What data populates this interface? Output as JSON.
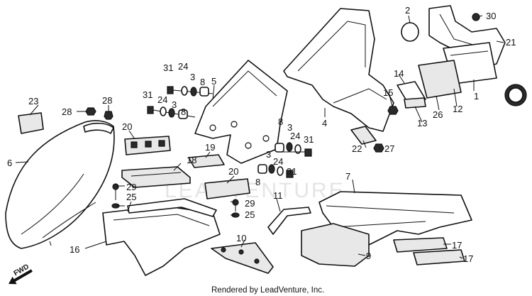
{
  "watermark": "LEADVENTURE",
  "footer": "Rendered by LeadVenture, Inc.",
  "fwd_label": "FWD",
  "callouts": {
    "c1": "1",
    "c2": "2",
    "c3": "3",
    "c4": "4",
    "c5": "5",
    "c6": "6",
    "c7": "7",
    "c8": "8",
    "c9": "9",
    "c10": "10",
    "c11": "11",
    "c12": "12",
    "c13": "13",
    "c14": "14",
    "c15": "15",
    "c16": "16",
    "c17": "17",
    "c18": "18",
    "c19": "19",
    "c20": "20",
    "c21": "21",
    "c22": "22",
    "c23": "23",
    "c24": "24",
    "c25": "25",
    "c26": "26",
    "c27": "27",
    "c28": "28",
    "c29": "29",
    "c30": "30",
    "c31": "31"
  }
}
